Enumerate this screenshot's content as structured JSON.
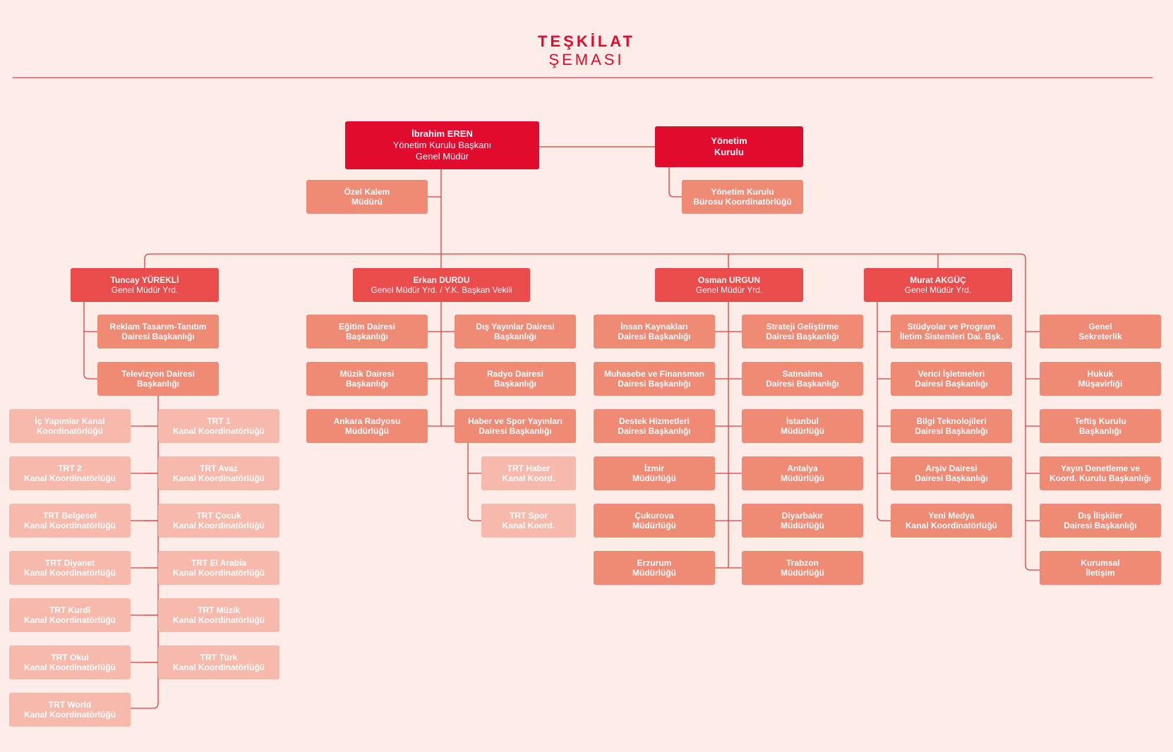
{
  "title": {
    "line1": "TEŞKİLAT",
    "line2": "ŞEMASI"
  },
  "colors": {
    "accent": "#e10b2d",
    "line": "#e23b3b",
    "gm": "#ea4c4c",
    "dept": "#ef8a75",
    "light": "#f7b9ab",
    "background": "#fdece8"
  },
  "top": {
    "chairman": {
      "name": "İbrahim EREN",
      "role1": "Yönetim Kurulu Başkanı",
      "role2": "Genel Müdür"
    },
    "board": {
      "line1": "Yönetim",
      "line2": "Kurulu"
    },
    "private_office": {
      "line1": "Özel Kalem",
      "line2": "Müdürü"
    },
    "board_office": {
      "line1": "Yönetim Kurulu",
      "line2": "Bürosu Koordinatörlüğü"
    }
  },
  "deputies": {
    "yurekli": {
      "name": "Tuncay YÜREKLİ",
      "role": "Genel Müdür Yrd."
    },
    "durdu": {
      "name": "Erkan DURDU",
      "role": "Genel Müdür Yrd. / Y.K. Başkan Vekili"
    },
    "urgun": {
      "name": "Osman URGUN",
      "role": "Genel Müdür Yrd."
    },
    "akguc": {
      "name": "Murat AKGÜÇ",
      "role": "Genel Müdür Yrd."
    }
  },
  "yurekli_depts": [
    {
      "line1": "Reklam Tasarım-Tanıtım",
      "line2": "Dairesi Başkanlığı"
    },
    {
      "line1": "Televizyon Dairesi",
      "line2": "Başkanlığı"
    }
  ],
  "tv_channels_left": [
    {
      "line1": "İç Yapımlar  Kanal",
      "line2": "Koordinatörlüğü"
    },
    {
      "line1": "TRT 2",
      "line2": "Kanal Koordinatörlüğü"
    },
    {
      "line1": "TRT Belgesel",
      "line2": "Kanal Koordinatörlüğü"
    },
    {
      "line1": "TRT Diyanet",
      "line2": "Kanal Koordinatörlüğü"
    },
    {
      "line1": "TRT Kurdî",
      "line2": "Kanal Koordinatörlüğü"
    },
    {
      "line1": "TRT Okul",
      "line2": "Kanal Koordinatörlüğü"
    },
    {
      "line1": "TRT World",
      "line2": "Kanal Koordinatörlüğü"
    }
  ],
  "tv_channels_right": [
    {
      "line1": "TRT 1",
      "line2": "Kanal Koordinatörlüğü"
    },
    {
      "line1": "TRT Avaz",
      "line2": "Kanal Koordinatörlüğü"
    },
    {
      "line1": "TRT Çocuk",
      "line2": "Kanal Koordinatörlüğü"
    },
    {
      "line1": "TRT El Arabia",
      "line2": "Kanal Koordinatörlüğü"
    },
    {
      "line1": "TRT Müzik",
      "line2": "Kanal Koordinatörlüğü"
    },
    {
      "line1": "TRT Türk",
      "line2": "Kanal Koordinatörlüğü"
    }
  ],
  "durdu_left": [
    {
      "line1": "Eğitim Dairesi",
      "line2": "Başkanlığı"
    },
    {
      "line1": "Müzik Dairesi",
      "line2": "Başkanlığı"
    },
    {
      "line1": "Ankara Radyosu",
      "line2": "Müdürlüğü"
    }
  ],
  "durdu_right": [
    {
      "line1": "Dış Yayınlar Dairesi",
      "line2": "Başkanlığı"
    },
    {
      "line1": "Radyo Dairesi",
      "line2": "Başkanlığı"
    },
    {
      "line1": "Haber ve Spor Yayınları",
      "line2": "Dairesi Başkanlığı"
    }
  ],
  "news_channels": [
    {
      "line1": "TRT Haber",
      "line2": "Kanal Koord."
    },
    {
      "line1": "TRT Spor",
      "line2": "Kanal Koord."
    }
  ],
  "urgun_left": [
    {
      "line1": "İnsan Kaynakları",
      "line2": "Dairesi Başkanlığı"
    },
    {
      "line1": "Muhasebe ve Finansman",
      "line2": "Dairesi Başkanlığı"
    },
    {
      "line1": "Destek Hizmetleri",
      "line2": "Dairesi Başkanlığı"
    },
    {
      "line1": "İzmir",
      "line2": "Müdürlüğü"
    },
    {
      "line1": "Çukurova",
      "line2": "Müdürlüğü"
    },
    {
      "line1": "Erzurum",
      "line2": "Müdürlüğü"
    }
  ],
  "urgun_right": [
    {
      "line1": "Strateji Geliştirme",
      "line2": "Dairesi Başkanlığı"
    },
    {
      "line1": "Satınalma",
      "line2": "Dairesi Başkanlığı"
    },
    {
      "line1": "İstanbul",
      "line2": "Müdürlüğü"
    },
    {
      "line1": "Antalya",
      "line2": "Müdürlüğü"
    },
    {
      "line1": "Diyarbakır",
      "line2": "Müdürlüğü"
    },
    {
      "line1": "Trabzon",
      "line2": "Müdürlüğü"
    }
  ],
  "akguc_depts": [
    {
      "line1": "Stüdyolar ve Program",
      "line2": "İletim Sistemleri Dai. Bşk."
    },
    {
      "line1": "Verici İşletmeleri",
      "line2": "Dairesi Başkanlığı"
    },
    {
      "line1": "Bilgi Teknolojileri",
      "line2": "Dairesi Başkanlığı"
    },
    {
      "line1": "Arşiv Dairesi",
      "line2": "Dairesi Başkanlığı"
    },
    {
      "line1": "Yeni Medya",
      "line2": "Kanal Koordinatörlüğü"
    }
  ],
  "direct_units": [
    {
      "line1": "Genel",
      "line2": "Sekreterlik"
    },
    {
      "line1": "Hukuk",
      "line2": "Müşavirliği"
    },
    {
      "line1": "Teftiş Kurulu",
      "line2": "Başkanlığı"
    },
    {
      "line1": "Yayın Denetleme ve",
      "line2": "Koord. Kurulu Başkanlığı"
    },
    {
      "line1": "Dış İlişkiler",
      "line2": "Dairesi Başkanlığı"
    },
    {
      "line1": "Kurumsal",
      "line2": "İletişim"
    }
  ]
}
